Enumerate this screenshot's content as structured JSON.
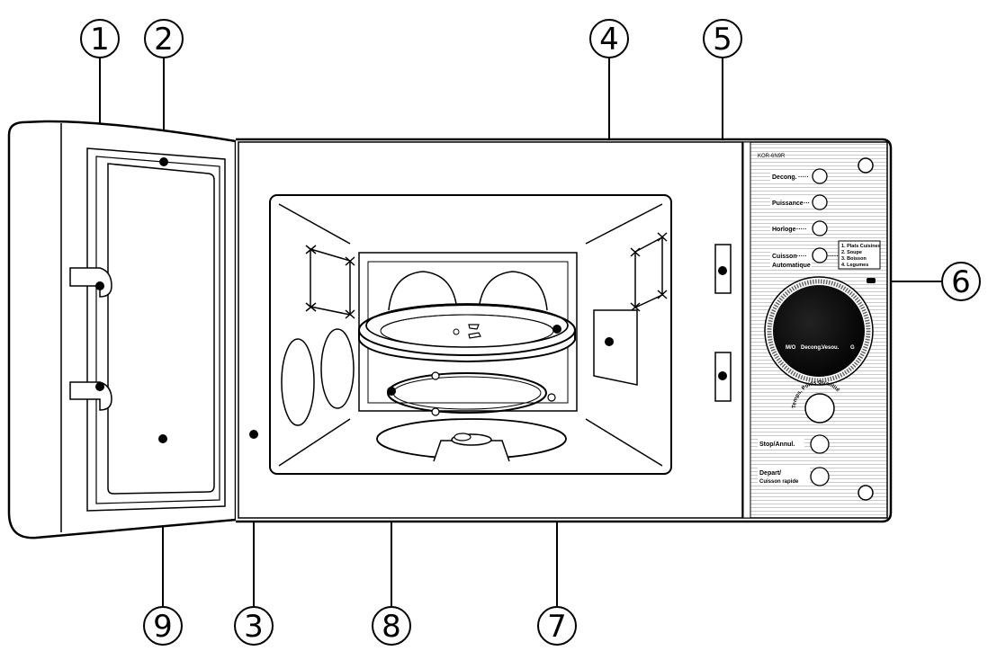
{
  "callouts": [
    {
      "num": "1",
      "part": "door-hinge"
    },
    {
      "num": "2",
      "part": "door-seal"
    },
    {
      "num": "3",
      "part": "oven-cavity"
    },
    {
      "num": "4",
      "part": "waveguide-cover"
    },
    {
      "num": "5",
      "part": "door-latch-holes"
    },
    {
      "num": "6",
      "part": "control-panel"
    },
    {
      "num": "7",
      "part": "turntable-tray"
    },
    {
      "num": "8",
      "part": "roller-ring"
    },
    {
      "num": "9",
      "part": "door-window"
    }
  ],
  "panel": {
    "model": "KOR-6N9R",
    "btn_decong": "Decong.",
    "btn_puissance": "Puissance",
    "btn_horloge": "Horloge",
    "btn_cuisson_1": "Cuisson",
    "btn_cuisson_2": "Automatique",
    "auto_menu": [
      "1. Plats Cuisines",
      "2. Soupe",
      "3. Boisson",
      "4. Legumes"
    ],
    "dial_modes": [
      "M/O",
      "Decong.",
      "Vesou.",
      "G"
    ],
    "knob_ring_text": "Temps, Poids Quantité",
    "btn_stop": "Stop/Annul.",
    "btn_depart_1": "Depart/",
    "btn_depart_2": "Cuisson rapide"
  }
}
